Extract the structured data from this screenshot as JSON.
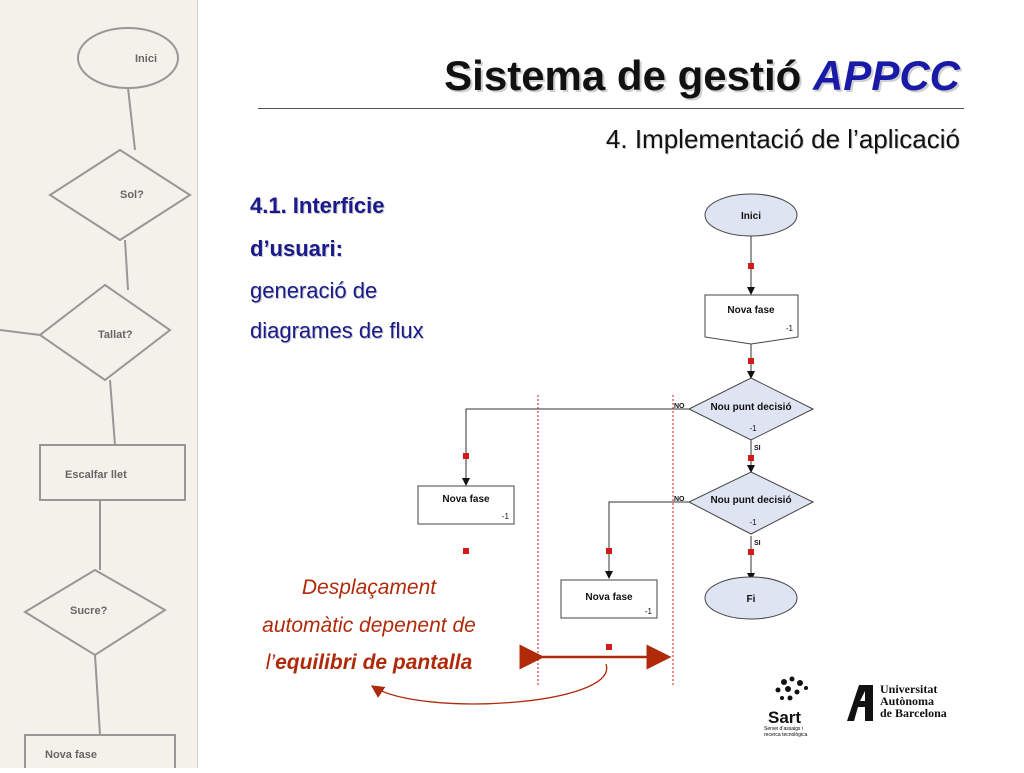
{
  "slide": {
    "title_main": "Sistema de gestió",
    "title_accent": "APPCC",
    "subtitle": "4. Implementació de l’aplicació"
  },
  "section": {
    "line1": "4.1. Interfície",
    "line2": "d’usuari:",
    "line3": "generació de",
    "line4": "diagrames de flux"
  },
  "caption": {
    "line1": "Desplaçament",
    "line2": "automàtic depenent de",
    "line3_prefix": "l’",
    "line3_bold": "equilibri de pantalla"
  },
  "flowchart": {
    "start_label": "Inici",
    "end_label": "Fi",
    "phase_label": "Nova fase",
    "decision_label": "Nou punt decisió",
    "counter": "-1",
    "no_label": "NO",
    "yes_label": "SI"
  },
  "background_sketch": {
    "labels": [
      "Inici",
      "Sol?",
      "Tallat?",
      "Escalfar llet",
      "Sucre?",
      "Nova fase"
    ]
  },
  "logos": {
    "sart_name": "Sart",
    "sart_tagline_1": "Servei d’assaigs i",
    "sart_tagline_2": "recerca tecnològica",
    "uab_line1": "Universitat",
    "uab_line2": "Autònoma",
    "uab_line3": "de Barcelona"
  },
  "colors": {
    "accent_blue": "#1a1aa8",
    "caption_red": "#b02a0a",
    "connector_red": "#d11a1a",
    "shape_fill": "#dfe4f3"
  }
}
